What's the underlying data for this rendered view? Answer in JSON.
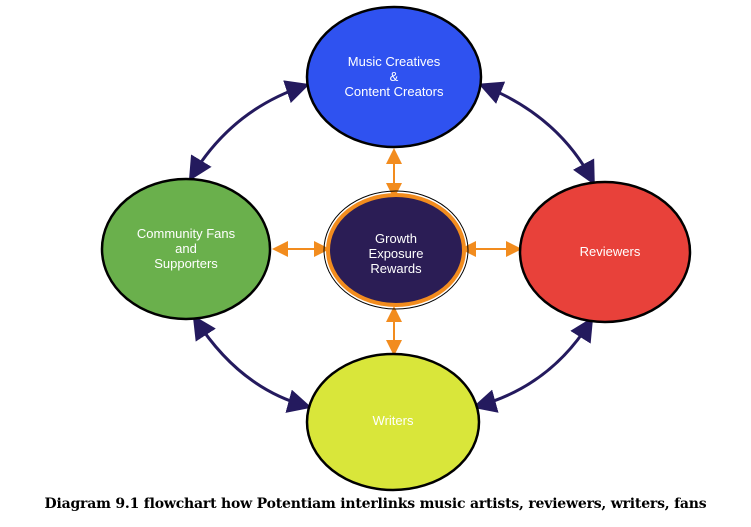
{
  "colors": {
    "top_node": "#2f52f0",
    "left_node": "#6ab04c",
    "right_node": "#e8413a",
    "bottom_node": "#d9e63a",
    "center_node": "#2b1d55",
    "center_border": "#f28c1e",
    "outer_arrow": "#241a5e",
    "inner_arrow": "#f28c1e"
  },
  "nodes": {
    "top": {
      "line1": "Music Creatives",
      "line2": "&",
      "line3": "Content Creators"
    },
    "left": {
      "line1": "Community Fans",
      "line2": "and",
      "line3": "Supporters"
    },
    "right": {
      "line1": "Reviewers"
    },
    "bottom": {
      "line1": "Writers"
    },
    "center": {
      "line1": "Growth",
      "line2": "Exposure",
      "line3": "Rewards"
    }
  },
  "caption": "Diagram 9.1 flowchart how Potentiam interlinks music artists, reviewers, writers, fans"
}
